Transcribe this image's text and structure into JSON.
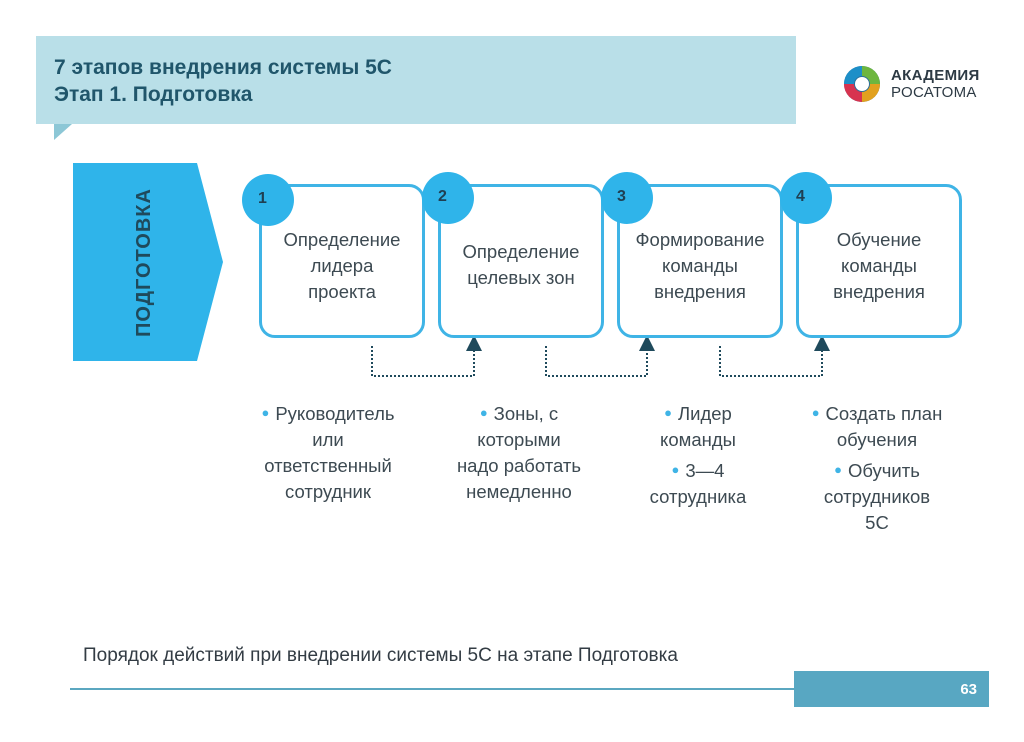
{
  "header": {
    "title": "7 этапов внедрения системы 5С",
    "subtitle": "Этап 1. Подготовка"
  },
  "logo": {
    "line1": "АКАДЕМИЯ",
    "line2": "РОСАТОМА"
  },
  "stage": {
    "label": "ПОДГОТОВКА"
  },
  "steps": [
    {
      "number": "1",
      "title_lines": [
        "Определение",
        "лидера",
        "проекта"
      ]
    },
    {
      "number": "2",
      "title_lines": [
        "Определение",
        "целевых зон"
      ]
    },
    {
      "number": "3",
      "title_lines": [
        "Формирование",
        "команды",
        "внедрения"
      ]
    },
    {
      "number": "4",
      "title_lines": [
        "Обучение",
        "команды",
        "внедрения"
      ]
    }
  ],
  "details": [
    {
      "items": [
        {
          "lines": [
            "Руководитель",
            "или",
            "ответственный",
            "сотрудник"
          ]
        }
      ]
    },
    {
      "items": [
        {
          "lines": [
            "Зоны, с",
            "которыми",
            "надо работать",
            "немедленно"
          ]
        }
      ]
    },
    {
      "items": [
        {
          "lines": [
            "Лидер",
            "команды"
          ]
        },
        {
          "lines": [
            "3—4",
            "сотрудника"
          ]
        }
      ]
    },
    {
      "items": [
        {
          "lines": [
            "Создать план",
            "обучения"
          ]
        },
        {
          "lines": [
            "Обучить",
            "сотрудников",
            "5С"
          ]
        }
      ]
    }
  ],
  "footer": {
    "caption": "Порядок действий при внедрении системы 5С на этапе Подготовка",
    "page_number": "63"
  },
  "colors": {
    "accent": "#3fb4e6",
    "title_band": "#b9dfe8",
    "footer_bar": "#58a7c2"
  }
}
